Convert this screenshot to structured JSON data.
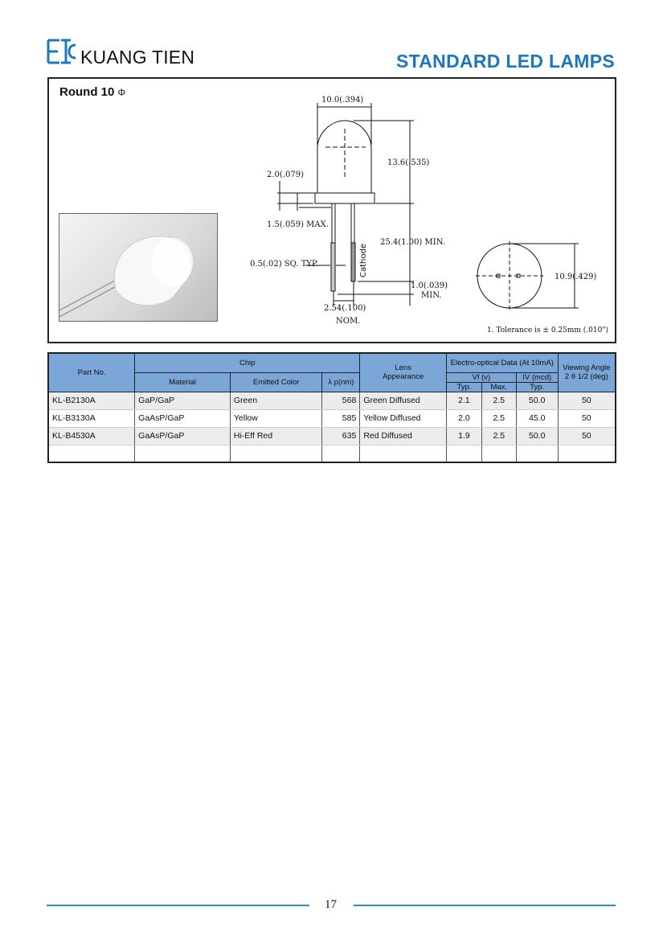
{
  "header": {
    "brand": "KUANG TIEN",
    "title": "STANDARD LED LAMPS",
    "brand_color": "#1a78c2"
  },
  "drawing": {
    "title": "Round 10",
    "phi": "Φ",
    "dims": {
      "width": "10.0(.394)",
      "height": "13.6(.535)",
      "flange": "2.0(.079)",
      "resin": "1.5(.059)  MAX.",
      "lead_length": "25.4(1.00)  MIN.",
      "lead_size": "0.5(.02)  SQ.  TYP.",
      "cathode": "Cathode",
      "standoff": "1.0(.039)",
      "standoff_min": "MIN.",
      "pitch": "2.54(.100)",
      "pitch_nom": "NOM.",
      "flange_dia": "10.9(.429)"
    },
    "note": "1. Tolerance is ± 0.25mm (.010\")"
  },
  "table": {
    "headers": {
      "part_no": "Part No.",
      "chip": "Chip",
      "material": "Material",
      "emitted_color": "Emitted Color",
      "wavelength": "λ p(nm)",
      "lens": "Lens",
      "lens2": "Appearance",
      "electro": "Electro-optical Data (At 10mA)",
      "vf": "Vf  (v)",
      "iv": "IV  (mcd)",
      "typ": "Typ.",
      "max": "Max.",
      "typ2": "Typ.",
      "angle": "Viewing Angle",
      "angle2": "2 θ  1/2 (deg)"
    },
    "rows": [
      {
        "part": "KL-B2130A",
        "material": "GaP/GaP",
        "color": "Green",
        "wl": "568",
        "lens": "Green Diffused",
        "vf_typ": "2.1",
        "vf_max": "2.5",
        "iv": "50.0",
        "angle": "50"
      },
      {
        "part": "KL-B3130A",
        "material": "GaAsP/GaP",
        "color": "Yellow",
        "wl": "585",
        "lens": "Yellow Diffused",
        "vf_typ": "2.0",
        "vf_max": "2.5",
        "iv": "45.0",
        "angle": "50"
      },
      {
        "part": "KL-B4530A",
        "material": "GaAsP/GaP",
        "color": "Hi-Eff Red",
        "wl": "635",
        "lens": "Red Diffused",
        "vf_typ": "1.9",
        "vf_max": "2.5",
        "iv": "50.0",
        "angle": "50"
      }
    ]
  },
  "footer": {
    "page": "17"
  }
}
